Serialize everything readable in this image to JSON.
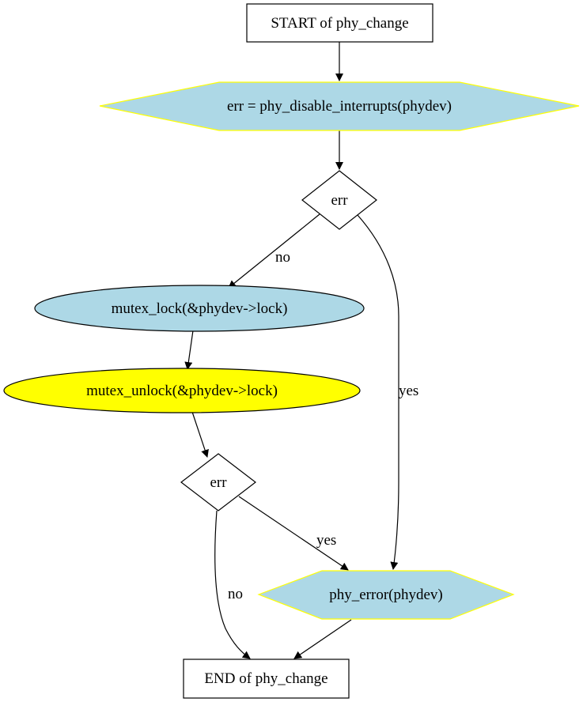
{
  "nodes": {
    "start": "START of phy_change",
    "disable_interrupts": "err = phy_disable_interrupts(phydev)",
    "err_check_1": "err",
    "mutex_lock": "mutex_lock(&phydev->lock)",
    "mutex_unlock": "mutex_unlock(&phydev->lock)",
    "err_check_2": "err",
    "phy_error": "phy_error(phydev)",
    "end": "END of phy_change"
  },
  "edges": {
    "err1_no": "no",
    "err1_yes": "yes",
    "err2_yes": "yes",
    "err2_no": "no"
  },
  "colors": {
    "light_blue": "#add8e6",
    "yellow": "#ffff00",
    "hexagon_border": "#ffff00",
    "stroke": "#000000"
  }
}
